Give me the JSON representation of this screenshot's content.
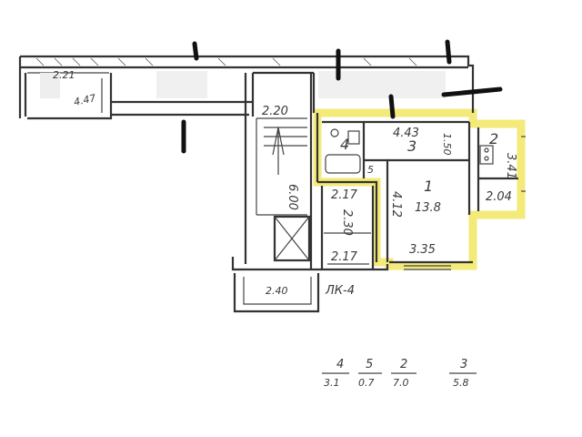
{
  "plan": {
    "corridor_labels": [
      "2.21",
      "4.47"
    ],
    "stair_width": "2.20",
    "stair_length": "6.00",
    "rooms": [
      {
        "number": "4",
        "area_label": ""
      },
      {
        "number": "3",
        "width": "4.43",
        "height": "1.50"
      },
      {
        "number": "2",
        "width": "2.04",
        "height": "3.41"
      },
      {
        "number": "1",
        "area": "13.8",
        "height": "4.12",
        "width": "3.35"
      },
      {
        "number": "5"
      }
    ],
    "hall_labels": {
      "top": "2.17",
      "side": "2.30",
      "bottom": "2.17"
    },
    "balcony_label": "2.40",
    "stair_code": "ЛК-4",
    "legend": [
      {
        "room": "4",
        "area": "3.1"
      },
      {
        "room": "5",
        "area": "0.7"
      },
      {
        "room": "2",
        "area": "7.0"
      },
      {
        "room": "3",
        "area": "5.8"
      }
    ]
  }
}
